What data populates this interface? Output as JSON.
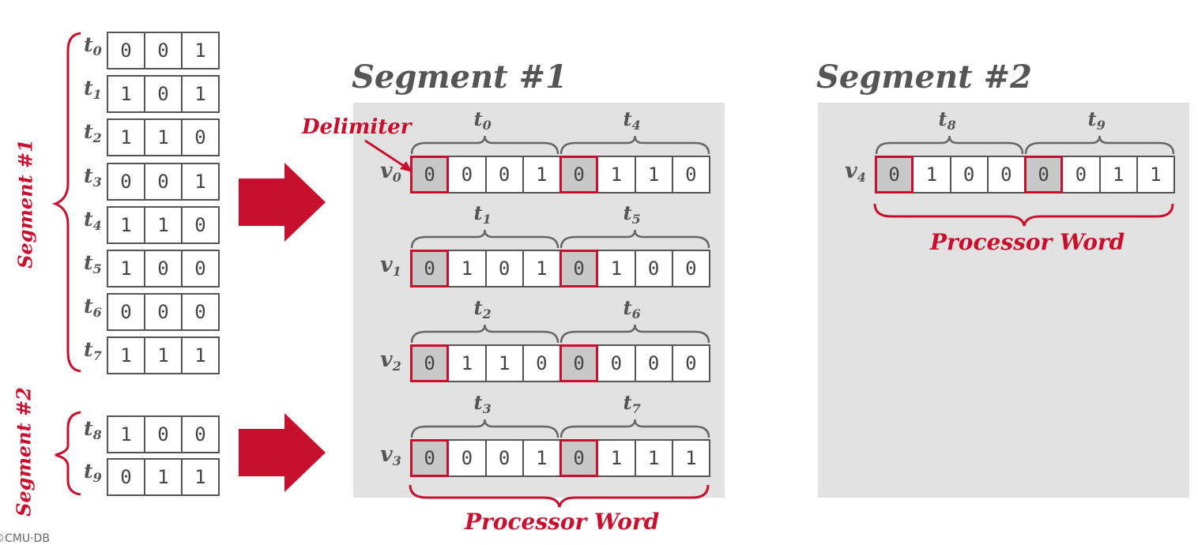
{
  "segment1_title": "Segment #1",
  "segment2_title": "Segment #2",
  "delimiter_label": "Delimiter",
  "processor_word_label": "Processor Word",
  "left_brace_segment1": "Segment #1",
  "left_brace_segment2": "Segment #2",
  "footer": "©CMU·DB",
  "colors": {
    "accent": "#c8102e",
    "gray_text": "#555555",
    "panel": "#e2e2e2",
    "delim_fill": "#c8c8c8"
  },
  "tuples": [
    {
      "name": "t",
      "sub": "0",
      "bits": [
        "0",
        "0",
        "1"
      ]
    },
    {
      "name": "t",
      "sub": "1",
      "bits": [
        "1",
        "0",
        "1"
      ]
    },
    {
      "name": "t",
      "sub": "2",
      "bits": [
        "1",
        "1",
        "0"
      ]
    },
    {
      "name": "t",
      "sub": "3",
      "bits": [
        "0",
        "0",
        "1"
      ]
    },
    {
      "name": "t",
      "sub": "4",
      "bits": [
        "1",
        "1",
        "0"
      ]
    },
    {
      "name": "t",
      "sub": "5",
      "bits": [
        "1",
        "0",
        "0"
      ]
    },
    {
      "name": "t",
      "sub": "6",
      "bits": [
        "0",
        "0",
        "0"
      ]
    },
    {
      "name": "t",
      "sub": "7",
      "bits": [
        "1",
        "1",
        "1"
      ]
    },
    {
      "name": "t",
      "sub": "8",
      "bits": [
        "1",
        "0",
        "0"
      ]
    },
    {
      "name": "t",
      "sub": "9",
      "bits": [
        "0",
        "1",
        "1"
      ]
    }
  ],
  "words": [
    {
      "name": "v",
      "sub": "0",
      "segment": 1,
      "bits": [
        "0",
        "0",
        "0",
        "1",
        "0",
        "1",
        "1",
        "0"
      ],
      "left_t": "0",
      "right_t": "4"
    },
    {
      "name": "v",
      "sub": "1",
      "segment": 1,
      "bits": [
        "0",
        "1",
        "0",
        "1",
        "0",
        "1",
        "0",
        "0"
      ],
      "left_t": "1",
      "right_t": "5"
    },
    {
      "name": "v",
      "sub": "2",
      "segment": 1,
      "bits": [
        "0",
        "1",
        "1",
        "0",
        "0",
        "0",
        "0",
        "0"
      ],
      "left_t": "2",
      "right_t": "6"
    },
    {
      "name": "v",
      "sub": "3",
      "segment": 1,
      "bits": [
        "0",
        "0",
        "0",
        "1",
        "0",
        "1",
        "1",
        "1"
      ],
      "left_t": "3",
      "right_t": "7"
    },
    {
      "name": "v",
      "sub": "4",
      "segment": 2,
      "bits": [
        "0",
        "1",
        "0",
        "0",
        "0",
        "0",
        "1",
        "1"
      ],
      "left_t": "8",
      "right_t": "9"
    }
  ]
}
